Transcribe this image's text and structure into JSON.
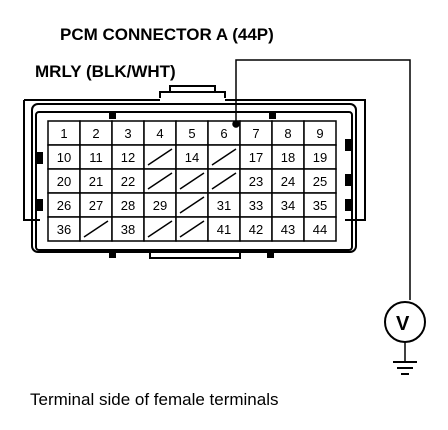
{
  "title": "PCM CONNECTOR A (44P)",
  "wire_label": "MRLY (BLK/WHT)",
  "caption": "Terminal side of female terminals",
  "meter_icon": "voltmeter-icon",
  "ground_icon": "ground-icon",
  "connector": {
    "rows": [
      [
        "1",
        "2",
        "3",
        "4",
        "5",
        "6",
        "7",
        "8",
        "9"
      ],
      [
        "10",
        "11",
        "12",
        "",
        "14",
        "",
        "17",
        "18",
        "19"
      ],
      [
        "20",
        "21",
        "22",
        "",
        "",
        "",
        "23",
        "24",
        "25"
      ],
      [
        "26",
        "27",
        "28",
        "29",
        "",
        "31",
        "33",
        "34",
        "35"
      ],
      [
        "36",
        "",
        "38",
        "",
        "",
        "41",
        "42",
        "43",
        "44"
      ]
    ]
  }
}
